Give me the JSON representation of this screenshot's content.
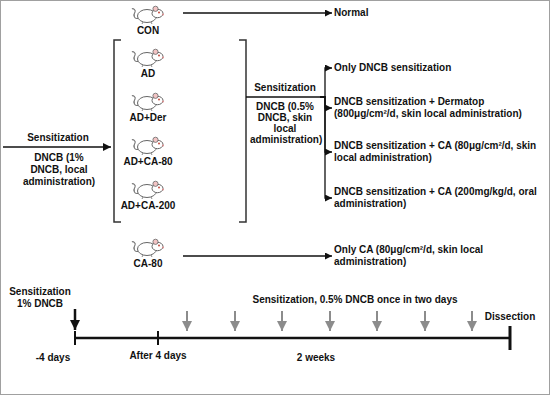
{
  "diagram": {
    "nodes": [
      {
        "text": [
          "CON"
        ]
      },
      {
        "text": [
          "AD"
        ]
      },
      {
        "text": [
          "AD+Der"
        ]
      },
      {
        "text": [
          "AD+CA-80"
        ]
      },
      {
        "text": [
          "AD+CA-200"
        ]
      },
      {
        "text": [
          "CA-80"
        ]
      },
      {
        "text": [
          "Sensitization",
          "DNCB (0.5% DNCB, skin local administration)"
        ]
      },
      {
        "text": [
          "Normal"
        ]
      },
      {
        "text": [
          "Only DNCB sensitization"
        ]
      },
      {
        "text": [
          "DNCB sensitization + Dermatop (800μg/cm²/d, skin local administration)"
        ]
      },
      {
        "text": [
          "DNCB sensitization + CA (80μg/cm²/d, skin local administration)"
        ]
      },
      {
        "text": [
          "DNCB sensitization + CA (200mg/kg/d, oral administration)"
        ]
      },
      {
        "text": [
          "Only CA (80μg/cm²/d, skin local administration)"
        ]
      }
    ],
    "edges": [
      {
        "from": 0,
        "to": 7,
        "arrow": "to"
      },
      {
        "from": 6,
        "to": 8,
        "arrow": "to"
      },
      {
        "from": 6,
        "to": 9,
        "arrow": "to"
      },
      {
        "from": 6,
        "to": 10,
        "arrow": "to"
      },
      {
        "from": 6,
        "to": 11,
        "arrow": "to"
      },
      {
        "from": 5,
        "to": 12,
        "arrow": "to"
      }
    ],
    "labels": [
      "Sensitization",
      "DNCB (1% DNCB, local administration)",
      "Sensitization 1% DNCB",
      "Sensitization, 0.5% DNCB once in two days",
      "Dissection",
      "-4 days",
      "After 4 days",
      "2 weeks"
    ]
  }
}
